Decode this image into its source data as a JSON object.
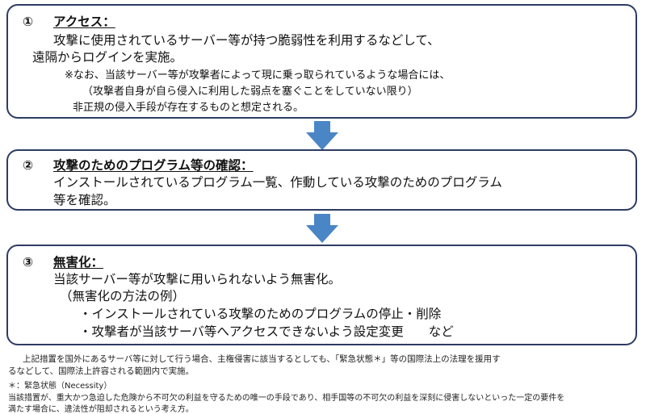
{
  "colors": {
    "border": "#2d3c63",
    "arrow": "#4a86c5"
  },
  "step1": {
    "num": "①",
    "title": "アクセス：",
    "body": [
      "攻撃に使用されているサーバー等が持つ脆弱性を利用するなどして、",
      "遠隔からログインを実施。"
    ],
    "note": [
      "※なお、当該サーバー等が攻撃者によって現に乗っ取られているような場合には、",
      "（攻撃者自身が自ら侵入に利用した弱点を塞ぐことをしていない限り）",
      "非正規の侵入手段が存在するものと想定される。"
    ]
  },
  "step2": {
    "num": "②",
    "title": "攻撃のためのプログラム等の確認：",
    "body": [
      "インストールされているプログラム一覧、作動している攻撃のためのプログラム",
      "等を確認。"
    ]
  },
  "step3": {
    "num": "③",
    "title": "無害化：",
    "body": [
      "当該サーバー等が攻撃に用いられないよう無害化。",
      "（無害化の方法の例）",
      "・インストールされている攻撃のためのプログラムの停止・削除",
      "・攻撃者が当該サーバ等へアクセスできないよう設定変更　　など"
    ]
  },
  "footnote": {
    "lines": [
      "上記措置を国外にあるサーバ等に対して行う場合、主権侵害に該当するとしても、「緊急状態＊」等の国際法上の法理を援用す",
      "るなどして、国際法上許容される範囲内で実施。",
      "＊：緊急状態（Necessity）",
      "当該措置が、重大かつ急迫した危険から不可欠の利益を守るための唯一の手段であり、相手国等の不可欠の利益を深刻に侵害しないといった一定の要件を",
      "満たす場合に、違法性が阻却されるという考え方。"
    ]
  }
}
